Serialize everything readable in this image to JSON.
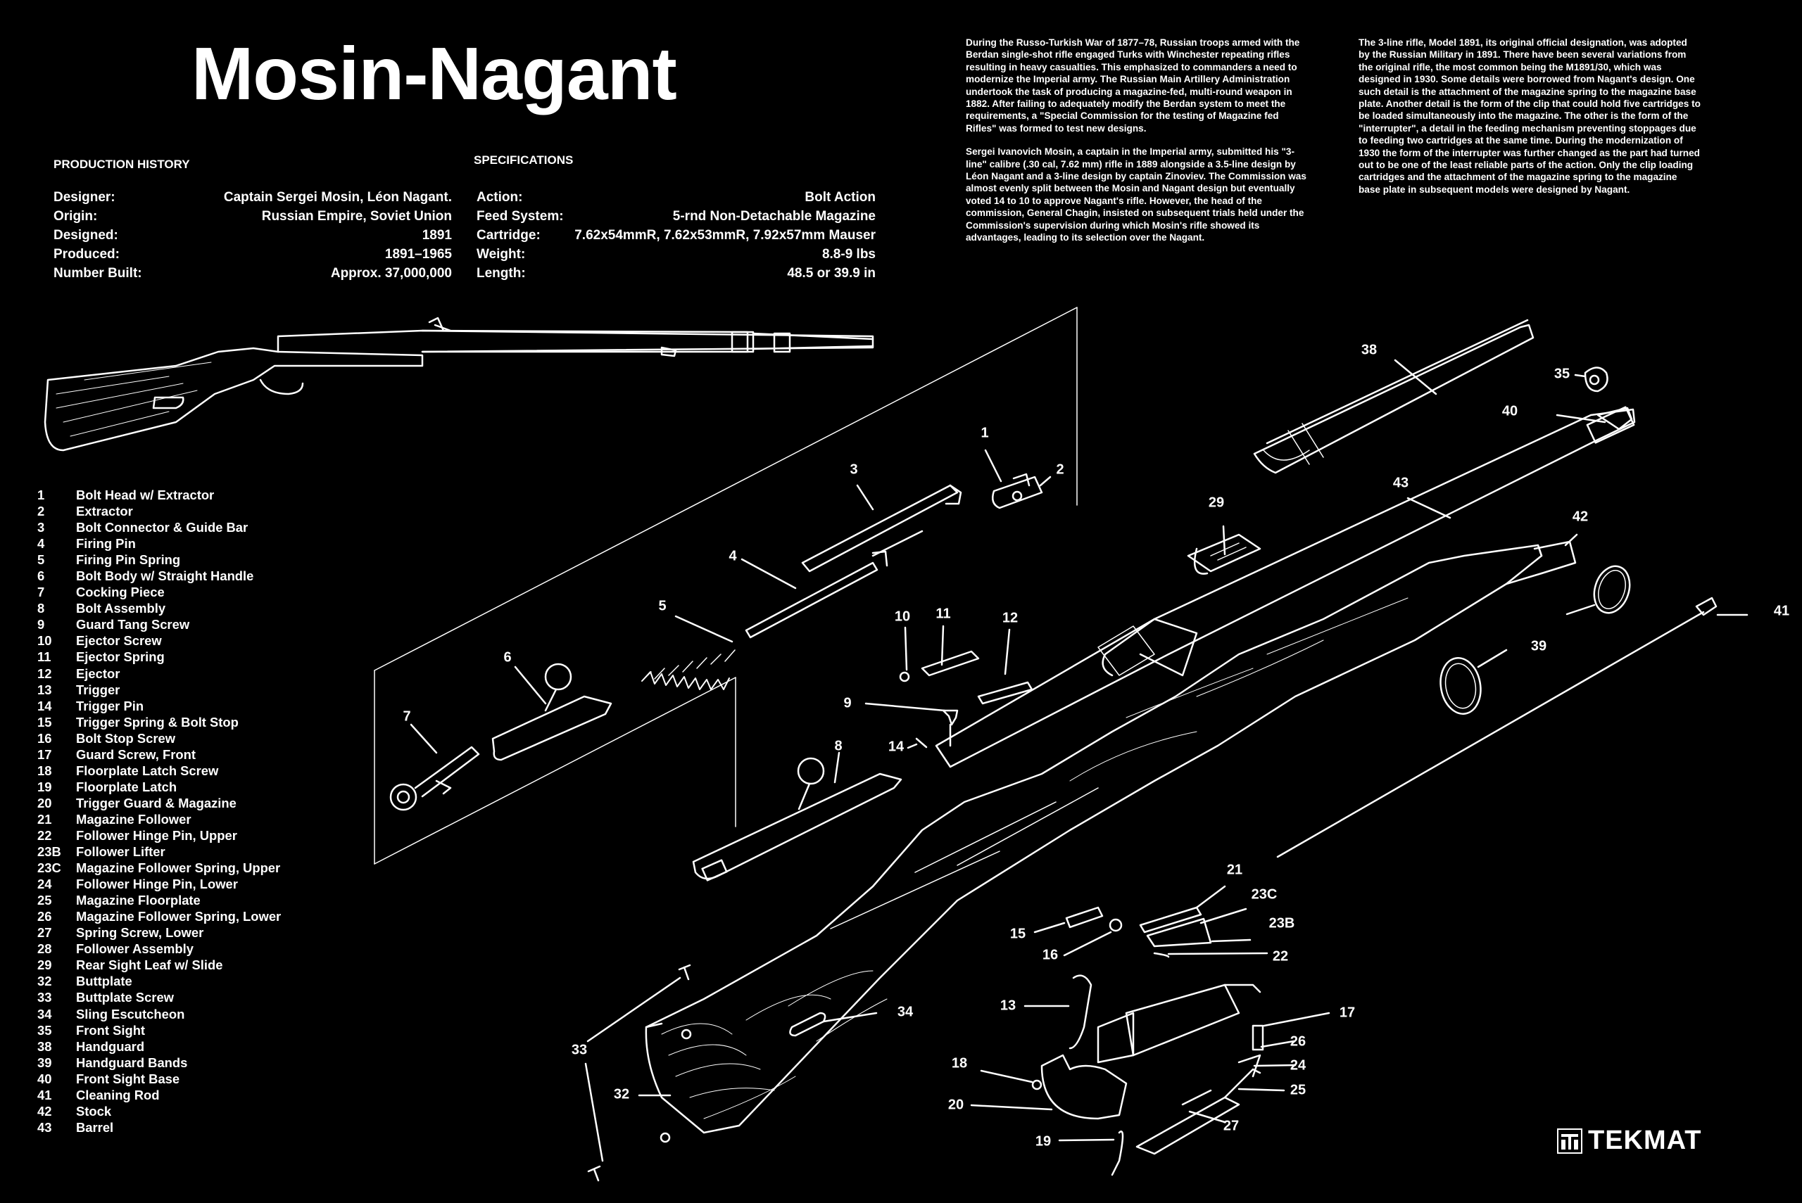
{
  "title": "Mosin-Nagant",
  "production": {
    "heading": "PRODUCTION HISTORY",
    "rows": [
      {
        "label": "Designer:",
        "value": "Captain Sergei Mosin, Léon Nagant."
      },
      {
        "label": "Origin:",
        "value": "Russian Empire, Soviet Union"
      },
      {
        "label": "Designed:",
        "value": "1891"
      },
      {
        "label": "Produced:",
        "value": "1891–1965"
      },
      {
        "label": "Number Built:",
        "value": "Approx. 37,000,000"
      }
    ]
  },
  "specs": {
    "heading": "SPECIFICATIONS",
    "rows": [
      {
        "label": "Action:",
        "value": "Bolt Action"
      },
      {
        "label": "Feed System:",
        "value": "5-rnd Non-Detachable Magazine"
      },
      {
        "label": "Cartridge:",
        "value": "7.62x54mmR, 7.62x53mmR, 7.92x57mm Mauser"
      },
      {
        "label": "Weight:",
        "value": "8.8-9 lbs"
      },
      {
        "label": "Length:",
        "value": "48.5 or 39.9 in"
      }
    ]
  },
  "history": {
    "p1": "During the Russo-Turkish War of 1877–78, Russian troops armed with the Berdan single-shot rifle engaged Turks with Winchester repeating rifles resulting in heavy casualties. This emphasized to commanders a need to modernize the Imperial army. The Russian Main Artillery Administration undertook the task of producing a magazine-fed, multi-round weapon in 1882. After failing to adequately modify the Berdan system to meet the requirements, a \"Special Commission for the testing of Magazine fed Rifles\" was formed to test new designs.",
    "p2": "Sergei Ivanovich Mosin, a captain in the Imperial army, submitted his \"3-line\" calibre (.30 cal, 7.62 mm) rifle in 1889 alongside a 3.5-line design by Léon Nagant and a 3-line design by captain Zinoviev. The Commission was almost evenly split between the Mosin and Nagant design but eventually voted 14 to 10 to approve Nagant's rifle. However, the head of the commission, General Chagin, insisted on subsequent trials held under the Commission's supervision during which Mosin's rifle showed its advantages, leading to its selection over the Nagant.",
    "p3": "The 3-line rifle, Model 1891, its original official designation, was adopted by the Russian Military in 1891. There have been several variations from the original rifle, the most common being the M1891/30, which was designed in 1930. Some details were borrowed from Nagant's design. One such detail is the attachment of the magazine spring to the magazine base plate. Another detail is the form of the clip that could hold five cartridges to be loaded simultaneously into the magazine. The other is the form of the \"interrupter\", a detail in the feeding mechanism preventing stoppages due to feeding two cartridges at the same time. During the modernization of 1930 the form of the interrupter was further changed as the part had turned out to be one of the least reliable parts of the action. Only the clip loading cartridges and the attachment of the magazine spring to the magazine base plate in subsequent models were designed by Nagant."
  },
  "parts": [
    {
      "num": "1",
      "name": "Bolt Head w/ Extractor"
    },
    {
      "num": "2",
      "name": "Extractor"
    },
    {
      "num": "3",
      "name": "Bolt Connector & Guide Bar"
    },
    {
      "num": "4",
      "name": "Firing Pin"
    },
    {
      "num": "5",
      "name": "Firing Pin Spring"
    },
    {
      "num": "6",
      "name": "Bolt Body w/ Straight Handle"
    },
    {
      "num": "7",
      "name": "Cocking Piece"
    },
    {
      "num": "8",
      "name": "Bolt Assembly"
    },
    {
      "num": "9",
      "name": "Guard Tang Screw"
    },
    {
      "num": "10",
      "name": "Ejector Screw"
    },
    {
      "num": "11",
      "name": "Ejector Spring"
    },
    {
      "num": "12",
      "name": "Ejector"
    },
    {
      "num": "13",
      "name": "Trigger"
    },
    {
      "num": "14",
      "name": "Trigger Pin"
    },
    {
      "num": "15",
      "name": "Trigger Spring & Bolt Stop"
    },
    {
      "num": "16",
      "name": "Bolt Stop Screw"
    },
    {
      "num": "17",
      "name": "Guard Screw, Front"
    },
    {
      "num": "18",
      "name": "Floorplate Latch Screw"
    },
    {
      "num": "19",
      "name": "Floorplate Latch"
    },
    {
      "num": "20",
      "name": "Trigger Guard & Magazine"
    },
    {
      "num": "21",
      "name": "Magazine Follower"
    },
    {
      "num": "22",
      "name": "Follower Hinge Pin, Upper"
    },
    {
      "num": "23B",
      "name": "Follower Lifter"
    },
    {
      "num": "23C",
      "name": "Magazine Follower Spring, Upper"
    },
    {
      "num": "24",
      "name": "Follower Hinge Pin, Lower"
    },
    {
      "num": "25",
      "name": "Magazine Floorplate"
    },
    {
      "num": "26",
      "name": "Magazine Follower Spring, Lower"
    },
    {
      "num": "27",
      "name": "Spring Screw, Lower"
    },
    {
      "num": "28",
      "name": "Follower Assembly"
    },
    {
      "num": "29",
      "name": "Rear Sight Leaf w/ Slide"
    },
    {
      "num": "32",
      "name": "Buttplate"
    },
    {
      "num": "33",
      "name": "Buttplate Screw"
    },
    {
      "num": "34",
      "name": "Sling Escutcheon"
    },
    {
      "num": "35",
      "name": "Front Sight"
    },
    {
      "num": "38",
      "name": "Handguard"
    },
    {
      "num": "39",
      "name": "Handguard Bands"
    },
    {
      "num": "40",
      "name": "Front Sight Base"
    },
    {
      "num": "41",
      "name": "Cleaning Rod"
    },
    {
      "num": "42",
      "name": "Stock"
    },
    {
      "num": "43",
      "name": "Barrel"
    }
  ],
  "callouts": {
    "c1": "1",
    "c2": "2",
    "c3": "3",
    "c4": "4",
    "c5": "5",
    "c6": "6",
    "c7": "7",
    "c8": "8",
    "c9": "9",
    "c10": "10",
    "c11": "11",
    "c12": "12",
    "c13": "13",
    "c14": "14",
    "c15": "15",
    "c16": "16",
    "c17": "17",
    "c18": "18",
    "c19": "19",
    "c20": "20",
    "c21": "21",
    "c22": "22",
    "c23b": "23B",
    "c23c": "23C",
    "c24": "24",
    "c25": "25",
    "c26": "26",
    "c27": "27",
    "c29": "29",
    "c32": "32",
    "c33": "33",
    "c34": "34",
    "c35": "35",
    "c38": "38",
    "c39": "39",
    "c40": "40",
    "c41": "41",
    "c42": "42",
    "c43": "43"
  },
  "brand": {
    "name": "TEKMAT"
  }
}
